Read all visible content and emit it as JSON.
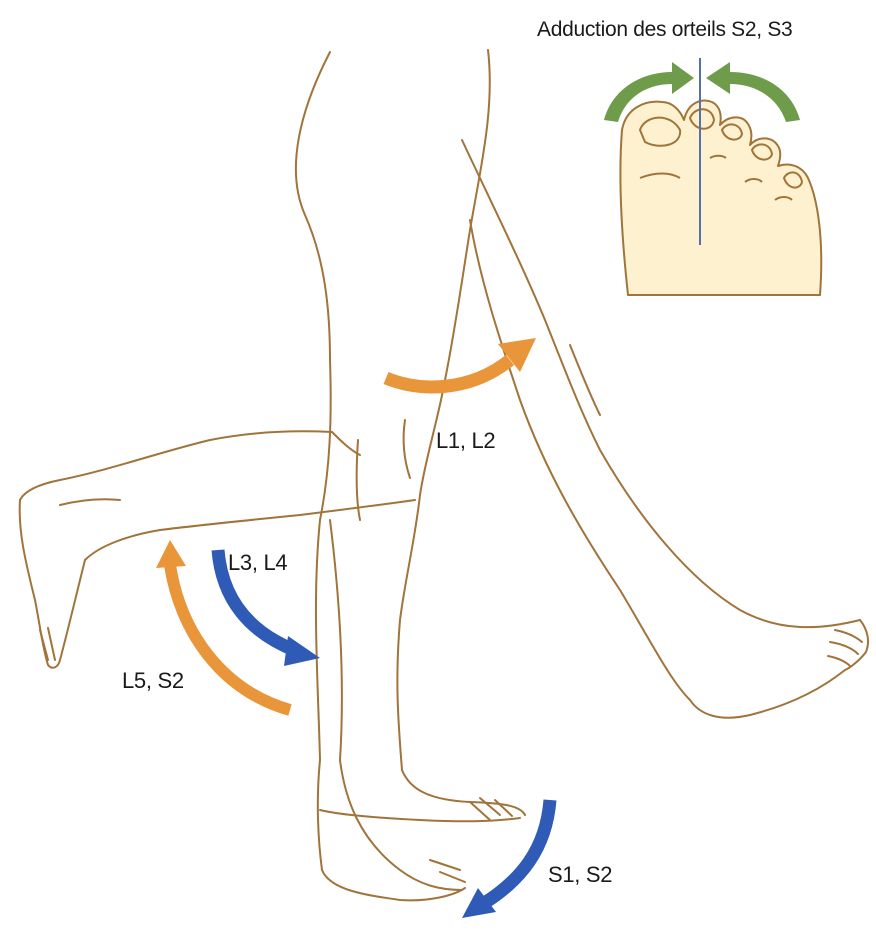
{
  "labels": {
    "toe_adduction": "Adduction des orteils S2, S3",
    "hip_flexion": "L1, L2",
    "knee_extension": "L3, L4",
    "knee_flexion": "L5, S2",
    "plantar_flexion": "S1, S2"
  },
  "colors": {
    "outline": "#a0743a",
    "skin": "#fdf1cf",
    "orange_arrow": "#e9963a",
    "blue_arrow": "#2f5bb7",
    "green_arrow": "#6e9c4a",
    "midline": "#5572a8"
  },
  "icons": {
    "orange_arrow": "curved-arrow-orange",
    "blue_arrow": "curved-arrow-blue",
    "green_arrow": "curved-arrow-green"
  }
}
